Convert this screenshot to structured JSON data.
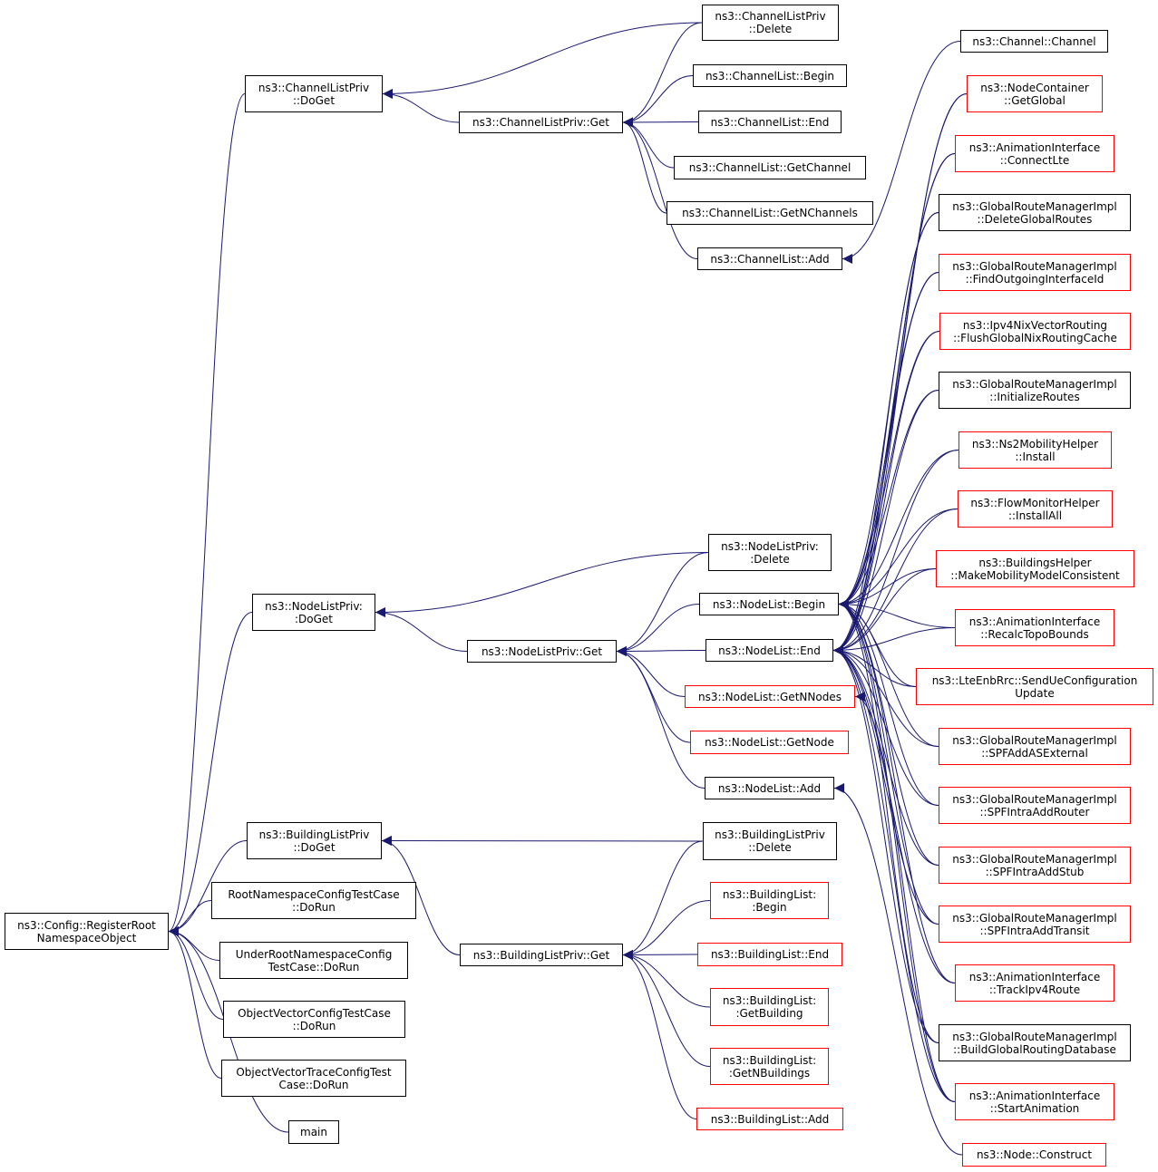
{
  "colors": {
    "edge": "#191970",
    "border": "#000000",
    "border_red": "#ff0000",
    "root_fill": "#bfbfbf"
  },
  "nodes": {
    "root": {
      "lines": [
        "ns3::Config::RegisterRoot",
        "NamespaceObject"
      ],
      "style": "root"
    },
    "clp_doget": {
      "lines": [
        "ns3::ChannelListPriv",
        "::DoGet"
      ],
      "style": "black"
    },
    "clp_delete": {
      "lines": [
        "ns3::ChannelListPriv",
        "::Delete"
      ],
      "style": "black"
    },
    "clp_get": {
      "lines": [
        "ns3::ChannelListPriv::Get"
      ],
      "style": "black"
    },
    "cl_begin": {
      "lines": [
        "ns3::ChannelList::Begin"
      ],
      "style": "black"
    },
    "cl_end": {
      "lines": [
        "ns3::ChannelList::End"
      ],
      "style": "black"
    },
    "cl_getchannel": {
      "lines": [
        "ns3::ChannelList::GetChannel"
      ],
      "style": "black"
    },
    "cl_getn": {
      "lines": [
        "ns3::ChannelList::GetNChannels"
      ],
      "style": "black"
    },
    "cl_add": {
      "lines": [
        "ns3::ChannelList::Add"
      ],
      "style": "black"
    },
    "ch_channel": {
      "lines": [
        "ns3::Channel::Channel"
      ],
      "style": "black"
    },
    "nc_getglobal": {
      "lines": [
        "ns3::NodeContainer",
        "::GetGlobal"
      ],
      "style": "red"
    },
    "ai_connectlte": {
      "lines": [
        "ns3::AnimationInterface",
        "::ConnectLte"
      ],
      "style": "red"
    },
    "grm_delete": {
      "lines": [
        "ns3::GlobalRouteManagerImpl",
        "::DeleteGlobalRoutes"
      ],
      "style": "black"
    },
    "grm_findout": {
      "lines": [
        "ns3::GlobalRouteManagerImpl",
        "::FindOutgoingInterfaceId"
      ],
      "style": "red"
    },
    "nix_flush": {
      "lines": [
        "ns3::Ipv4NixVectorRouting",
        "::FlushGlobalNixRoutingCache"
      ],
      "style": "red"
    },
    "grm_init": {
      "lines": [
        "ns3::GlobalRouteManagerImpl",
        "::InitializeRoutes"
      ],
      "style": "black"
    },
    "ns2_install": {
      "lines": [
        "ns3::Ns2MobilityHelper",
        "::Install"
      ],
      "style": "red"
    },
    "fm_installall": {
      "lines": [
        "ns3::FlowMonitorHelper",
        "::InstallAll"
      ],
      "style": "red"
    },
    "bh_make": {
      "lines": [
        "ns3::BuildingsHelper",
        "::MakeMobilityModelConsistent"
      ],
      "style": "red"
    },
    "ai_recalc": {
      "lines": [
        "ns3::AnimationInterface",
        "::RecalcTopoBounds"
      ],
      "style": "red"
    },
    "lte_send": {
      "lines": [
        "ns3::LteEnbRrc::SendUeConfiguration",
        "Update"
      ],
      "style": "red"
    },
    "grm_spfase": {
      "lines": [
        "ns3::GlobalRouteManagerImpl",
        "::SPFAddASExternal"
      ],
      "style": "red"
    },
    "grm_spfrouter": {
      "lines": [
        "ns3::GlobalRouteManagerImpl",
        "::SPFIntraAddRouter"
      ],
      "style": "red"
    },
    "grm_spfstub": {
      "lines": [
        "ns3::GlobalRouteManagerImpl",
        "::SPFIntraAddStub"
      ],
      "style": "red"
    },
    "grm_spftransit": {
      "lines": [
        "ns3::GlobalRouteManagerImpl",
        "::SPFIntraAddTransit"
      ],
      "style": "red"
    },
    "ai_track": {
      "lines": [
        "ns3::AnimationInterface",
        "::TrackIpv4Route"
      ],
      "style": "red"
    },
    "grm_build": {
      "lines": [
        "ns3::GlobalRouteManagerImpl",
        "::BuildGlobalRoutingDatabase"
      ],
      "style": "black"
    },
    "ai_start": {
      "lines": [
        "ns3::AnimationInterface",
        "::StartAnimation"
      ],
      "style": "red"
    },
    "node_construct": {
      "lines": [
        "ns3::Node::Construct"
      ],
      "style": "red"
    },
    "nlp_doget": {
      "lines": [
        "ns3::NodeListPriv:",
        ":DoGet"
      ],
      "style": "black"
    },
    "nlp_delete": {
      "lines": [
        "ns3::NodeListPriv:",
        ":Delete"
      ],
      "style": "black"
    },
    "nlp_get": {
      "lines": [
        "ns3::NodeListPriv::Get"
      ],
      "style": "black"
    },
    "nl_begin": {
      "lines": [
        "ns3::NodeList::Begin"
      ],
      "style": "black"
    },
    "nl_end": {
      "lines": [
        "ns3::NodeList::End"
      ],
      "style": "black"
    },
    "nl_getn": {
      "lines": [
        "ns3::NodeList::GetNNodes"
      ],
      "style": "red"
    },
    "nl_getnode": {
      "lines": [
        "ns3::NodeList::GetNode"
      ],
      "style": "red"
    },
    "nl_add": {
      "lines": [
        "ns3::NodeList::Add"
      ],
      "style": "black"
    },
    "blp_doget": {
      "lines": [
        "ns3::BuildingListPriv",
        "::DoGet"
      ],
      "style": "black"
    },
    "blp_delete": {
      "lines": [
        "ns3::BuildingListPriv",
        "::Delete"
      ],
      "style": "black"
    },
    "blp_get": {
      "lines": [
        "ns3::BuildingListPriv::Get"
      ],
      "style": "black"
    },
    "bl_begin": {
      "lines": [
        "ns3::BuildingList:",
        ":Begin"
      ],
      "style": "red"
    },
    "bl_end": {
      "lines": [
        "ns3::BuildingList::End"
      ],
      "style": "red"
    },
    "bl_getbuilding": {
      "lines": [
        "ns3::BuildingList:",
        ":GetBuilding"
      ],
      "style": "red"
    },
    "bl_getn": {
      "lines": [
        "ns3::BuildingList:",
        ":GetNBuildings"
      ],
      "style": "red"
    },
    "bl_add": {
      "lines": [
        "ns3::BuildingList::Add"
      ],
      "style": "red"
    },
    "rn_test": {
      "lines": [
        "RootNamespaceConfigTestCase",
        "::DoRun"
      ],
      "style": "black"
    },
    "urn_test": {
      "lines": [
        "UnderRootNamespaceConfig",
        "TestCase::DoRun"
      ],
      "style": "black"
    },
    "ov_test": {
      "lines": [
        "ObjectVectorConfigTestCase",
        "::DoRun"
      ],
      "style": "black"
    },
    "ovt_test": {
      "lines": [
        "ObjectVectorTraceConfigTest",
        "Case::DoRun"
      ],
      "style": "black"
    },
    "main": {
      "lines": [
        "main"
      ],
      "style": "black"
    }
  },
  "edges": [
    [
      "clp_doget",
      "root"
    ],
    [
      "nlp_doget",
      "root"
    ],
    [
      "blp_doget",
      "root"
    ],
    [
      "rn_test",
      "root"
    ],
    [
      "urn_test",
      "root"
    ],
    [
      "ov_test",
      "root"
    ],
    [
      "ovt_test",
      "root"
    ],
    [
      "main",
      "root"
    ],
    [
      "clp_delete",
      "clp_doget"
    ],
    [
      "clp_get",
      "clp_doget"
    ],
    [
      "cl_begin",
      "clp_get"
    ],
    [
      "cl_end",
      "clp_get"
    ],
    [
      "cl_getchannel",
      "clp_get"
    ],
    [
      "cl_getn",
      "clp_get"
    ],
    [
      "cl_add",
      "clp_get"
    ],
    [
      "clp_delete",
      "clp_get"
    ],
    [
      "ch_channel",
      "cl_add"
    ],
    [
      "nlp_delete",
      "nlp_doget"
    ],
    [
      "nlp_get",
      "nlp_doget"
    ],
    [
      "nl_begin",
      "nlp_get"
    ],
    [
      "nl_end",
      "nlp_get"
    ],
    [
      "nl_getn",
      "nlp_get"
    ],
    [
      "nl_getnode",
      "nlp_get"
    ],
    [
      "nl_add",
      "nlp_get"
    ],
    [
      "nlp_delete",
      "nlp_get"
    ],
    [
      "nc_getglobal",
      "nl_begin"
    ],
    [
      "ai_connectlte",
      "nl_begin"
    ],
    [
      "grm_delete",
      "nl_begin"
    ],
    [
      "grm_findout",
      "nl_begin"
    ],
    [
      "nix_flush",
      "nl_begin"
    ],
    [
      "grm_init",
      "nl_begin"
    ],
    [
      "ns2_install",
      "nl_begin"
    ],
    [
      "fm_installall",
      "nl_begin"
    ],
    [
      "bh_make",
      "nl_begin"
    ],
    [
      "ai_recalc",
      "nl_begin"
    ],
    [
      "lte_send",
      "nl_begin"
    ],
    [
      "grm_spfase",
      "nl_begin"
    ],
    [
      "grm_spfrouter",
      "nl_begin"
    ],
    [
      "grm_spfstub",
      "nl_begin"
    ],
    [
      "grm_spftransit",
      "nl_begin"
    ],
    [
      "ai_track",
      "nl_begin"
    ],
    [
      "grm_build",
      "nl_begin"
    ],
    [
      "ai_start",
      "nl_begin"
    ],
    [
      "nc_getglobal",
      "nl_end"
    ],
    [
      "ai_connectlte",
      "nl_end"
    ],
    [
      "grm_delete",
      "nl_end"
    ],
    [
      "grm_findout",
      "nl_end"
    ],
    [
      "nix_flush",
      "nl_end"
    ],
    [
      "grm_init",
      "nl_end"
    ],
    [
      "ns2_install",
      "nl_end"
    ],
    [
      "fm_installall",
      "nl_end"
    ],
    [
      "bh_make",
      "nl_end"
    ],
    [
      "ai_recalc",
      "nl_end"
    ],
    [
      "lte_send",
      "nl_end"
    ],
    [
      "grm_spfase",
      "nl_end"
    ],
    [
      "grm_spfrouter",
      "nl_end"
    ],
    [
      "grm_spfstub",
      "nl_end"
    ],
    [
      "grm_spftransit",
      "nl_end"
    ],
    [
      "ai_track",
      "nl_end"
    ],
    [
      "grm_build",
      "nl_end"
    ],
    [
      "ai_start",
      "nl_end"
    ],
    [
      "ai_start",
      "nl_getn"
    ],
    [
      "node_construct",
      "nl_add"
    ],
    [
      "blp_delete",
      "blp_doget"
    ],
    [
      "blp_get",
      "blp_doget"
    ],
    [
      "bl_begin",
      "blp_get"
    ],
    [
      "bl_end",
      "blp_get"
    ],
    [
      "bl_getbuilding",
      "blp_get"
    ],
    [
      "bl_getn",
      "blp_get"
    ],
    [
      "bl_add",
      "blp_get"
    ],
    [
      "blp_delete",
      "blp_get"
    ]
  ]
}
